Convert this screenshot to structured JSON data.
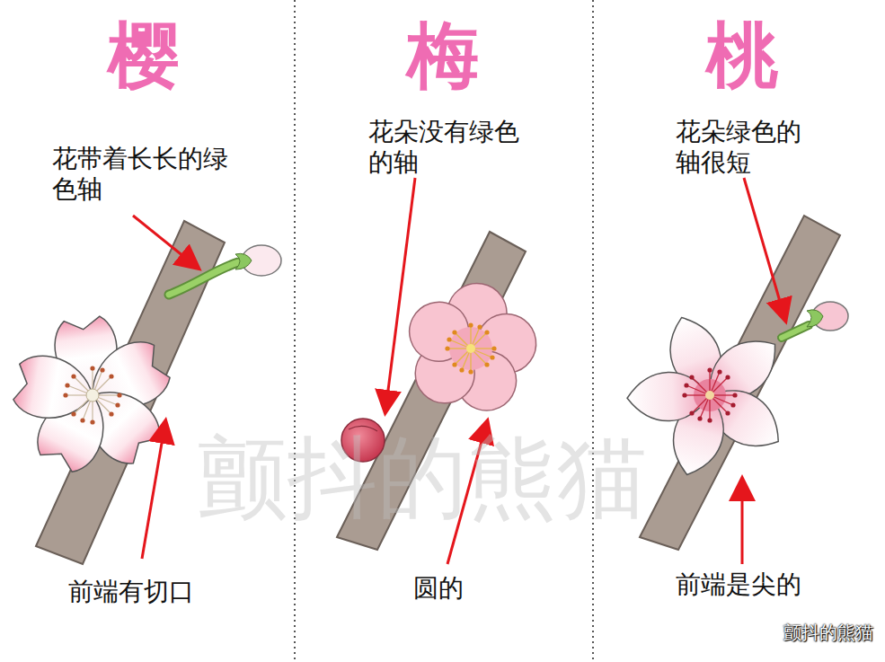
{
  "diagram": {
    "labels": [
      "樱",
      "梅",
      "桃",
      "花带着长长的绿色轴",
      "前端有切口",
      "花朵没有绿色的轴",
      "圆的",
      "花朵绿色的轴很短",
      "前端是尖的",
      "颤抖的熊猫",
      "颤抖的熊猫"
    ]
  }
}
